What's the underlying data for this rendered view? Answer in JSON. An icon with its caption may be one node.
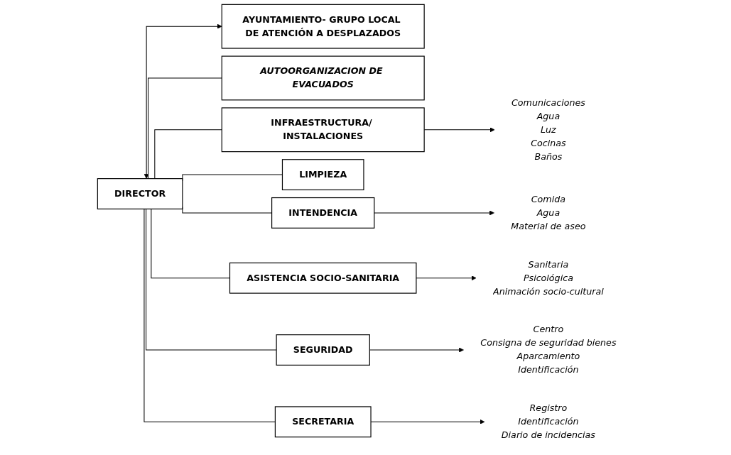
{
  "diagram": {
    "nodes": [
      {
        "text": [
          "DIRECTOR"
        ]
      },
      {
        "text": [
          "AYUNTAMIENTO- GRUPO LOCAL DE ATENCIÓN A DESPLAZADOS"
        ]
      },
      {
        "text": [
          "AUTOORGANIZACION DE EVACUADOS"
        ]
      },
      {
        "text": [
          "INFRAESTRUCTURA/ INSTALACIONES"
        ]
      },
      {
        "text": [
          "Comunicaciones",
          "Agua",
          "Luz",
          "Cocinas",
          "Baños"
        ]
      },
      {
        "text": [
          "LIMPIEZA"
        ]
      },
      {
        "text": [
          "INTENDENCIA"
        ]
      },
      {
        "text": [
          "Comida",
          "Agua",
          "Material de aseo"
        ]
      },
      {
        "text": [
          "ASISTENCIA SOCIO-SANITARIA"
        ]
      },
      {
        "text": [
          "Sanitaria",
          "Psicológica",
          "Animación socio-cultural"
        ]
      },
      {
        "text": [
          "SEGURIDAD"
        ]
      },
      {
        "text": [
          "Centro",
          "Consigna de seguridad bienes",
          "Aparcamiento",
          "Identificación"
        ]
      },
      {
        "text": [
          "SECRETARIA"
        ]
      },
      {
        "text": [
          "Registro",
          "Identificación",
          "Diario de incidencias"
        ]
      }
    ],
    "edges": [
      {
        "from": 0,
        "to": 1,
        "arrow": "both"
      },
      {
        "from": 0,
        "to": 2,
        "arrow": "none"
      },
      {
        "from": 0,
        "to": 3,
        "arrow": "none"
      },
      {
        "from": 0,
        "to": 5,
        "arrow": "none"
      },
      {
        "from": 0,
        "to": 6,
        "arrow": "none"
      },
      {
        "from": 0,
        "to": 8,
        "arrow": "none"
      },
      {
        "from": 0,
        "to": 10,
        "arrow": "none"
      },
      {
        "from": 0,
        "to": 12,
        "arrow": "none"
      },
      {
        "from": 3,
        "to": 4,
        "arrow": "to"
      },
      {
        "from": 6,
        "to": 7,
        "arrow": "to"
      },
      {
        "from": 8,
        "to": 9,
        "arrow": "to"
      },
      {
        "from": 10,
        "to": 11,
        "arrow": "to"
      },
      {
        "from": 12,
        "to": 13,
        "arrow": "to"
      }
    ]
  }
}
